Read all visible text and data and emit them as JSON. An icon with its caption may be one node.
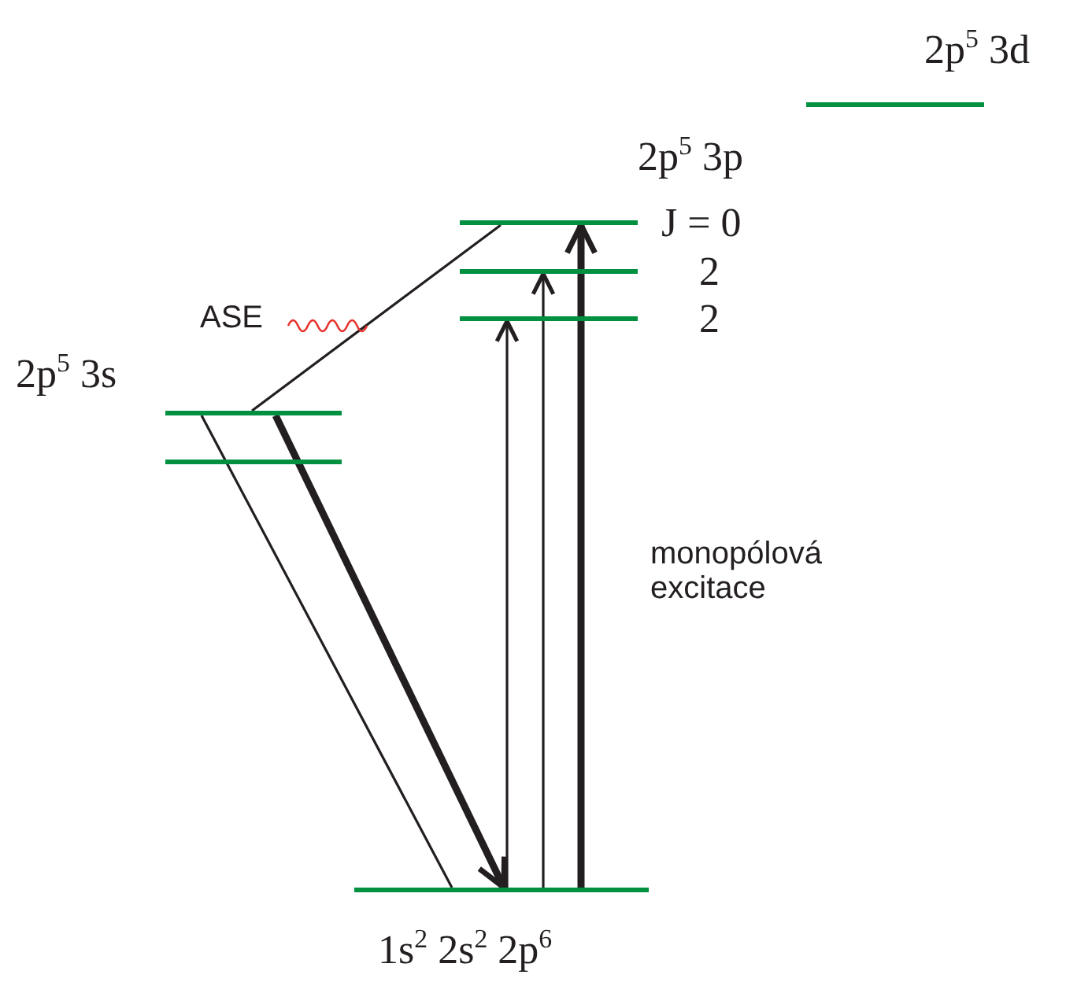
{
  "diagram": {
    "nodes": [
      {
        "text": [],
        "shape": "bar",
        "beside": [
          "1s$^{2}$ 2s$^{2}$ 2p$^{6}$"
        ]
      },
      {
        "text": [],
        "shape": "bar"
      },
      {
        "text": [],
        "shape": "bar"
      },
      {
        "text": [],
        "shape": "bar",
        "beside": [
          "J = 0"
        ]
      },
      {
        "text": [],
        "shape": "bar",
        "beside": [
          "2"
        ]
      },
      {
        "text": [],
        "shape": "bar",
        "beside": [
          "2"
        ]
      },
      {
        "text": [],
        "shape": "bar",
        "beside": [
          "2p$^{5}$ 3d"
        ]
      }
    ],
    "edges": [
      {
        "from": 0,
        "to": 5,
        "arrow": "to"
      },
      {
        "from": 0,
        "to": 4,
        "arrow": "to"
      },
      {
        "from": 0,
        "to": 3,
        "arrow": "to",
        "style": "thick"
      },
      {
        "from": 3,
        "to": 1,
        "arrow": "none"
      },
      {
        "from": 1,
        "to": 0,
        "arrow": "to",
        "style": "thick"
      },
      {
        "from": 1,
        "to": 0,
        "arrow": "none"
      }
    ],
    "labels": [
      "2p$^{5}$ 3p",
      "ASE",
      "2p$^{5}$ 3s",
      "monopólová excitace"
    ]
  }
}
